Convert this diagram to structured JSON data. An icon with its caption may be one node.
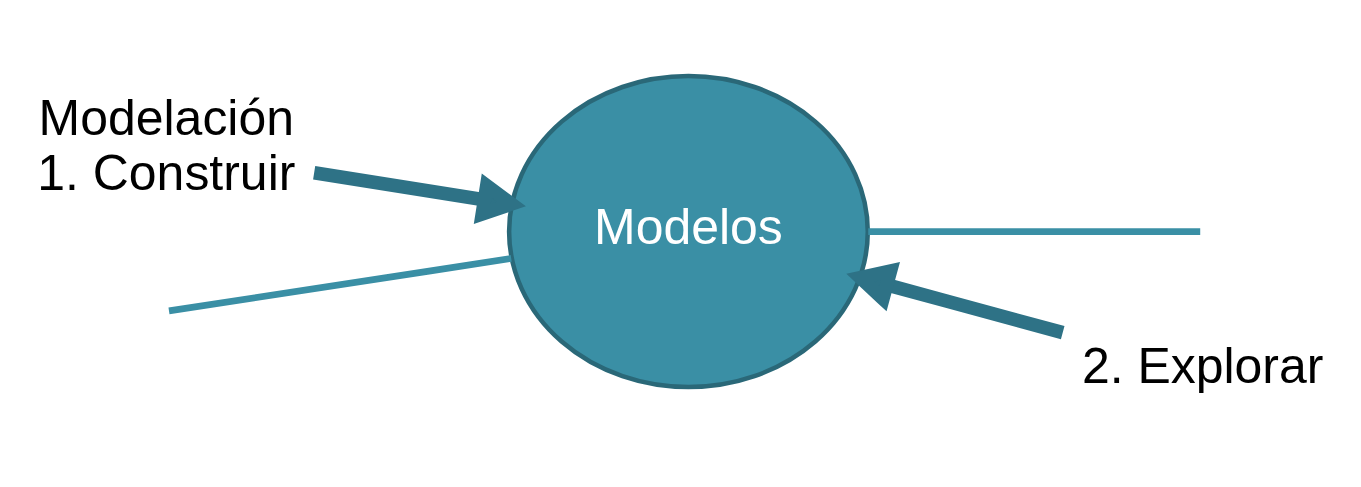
{
  "diagram": {
    "nodes": [
      {
        "text": [
          "Modelación",
          "1. Construir"
        ]
      },
      {
        "text": [
          "Modelos"
        ]
      },
      {
        "text": [
          "2. Explorar"
        ]
      }
    ],
    "edges": [
      {
        "from": 0,
        "to": 1,
        "arrow": "to",
        "style": "thick",
        "color": "#2e7286"
      },
      {
        "from": 2,
        "to": 1,
        "arrow": "to",
        "style": "thick",
        "color": "#2e7286"
      },
      {
        "from": null,
        "to": 1,
        "arrow": "none",
        "color": "#3a8fa5"
      },
      {
        "from": 1,
        "to": null,
        "arrow": "none",
        "color": "#3a8fa5"
      }
    ]
  }
}
